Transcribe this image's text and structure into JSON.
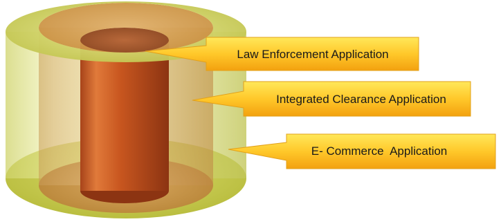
{
  "diagram": {
    "layers": [
      {
        "id": "outer",
        "role": "outer-cylinder",
        "color": "#d9dc6a"
      },
      {
        "id": "middle",
        "role": "middle-cylinder",
        "color": "#d8a860"
      },
      {
        "id": "inner",
        "role": "inner-cylinder",
        "color": "#c8501e"
      }
    ],
    "callouts": [
      {
        "id": "law",
        "text": "Law Enforcement Application"
      },
      {
        "id": "icg",
        "text": "Integrated Clearance Application"
      },
      {
        "id": "ecom",
        "text": "E- Commerce  Application"
      }
    ],
    "callout_fill_top": "#ffe85a",
    "callout_fill_bottom": "#f3a10f"
  }
}
